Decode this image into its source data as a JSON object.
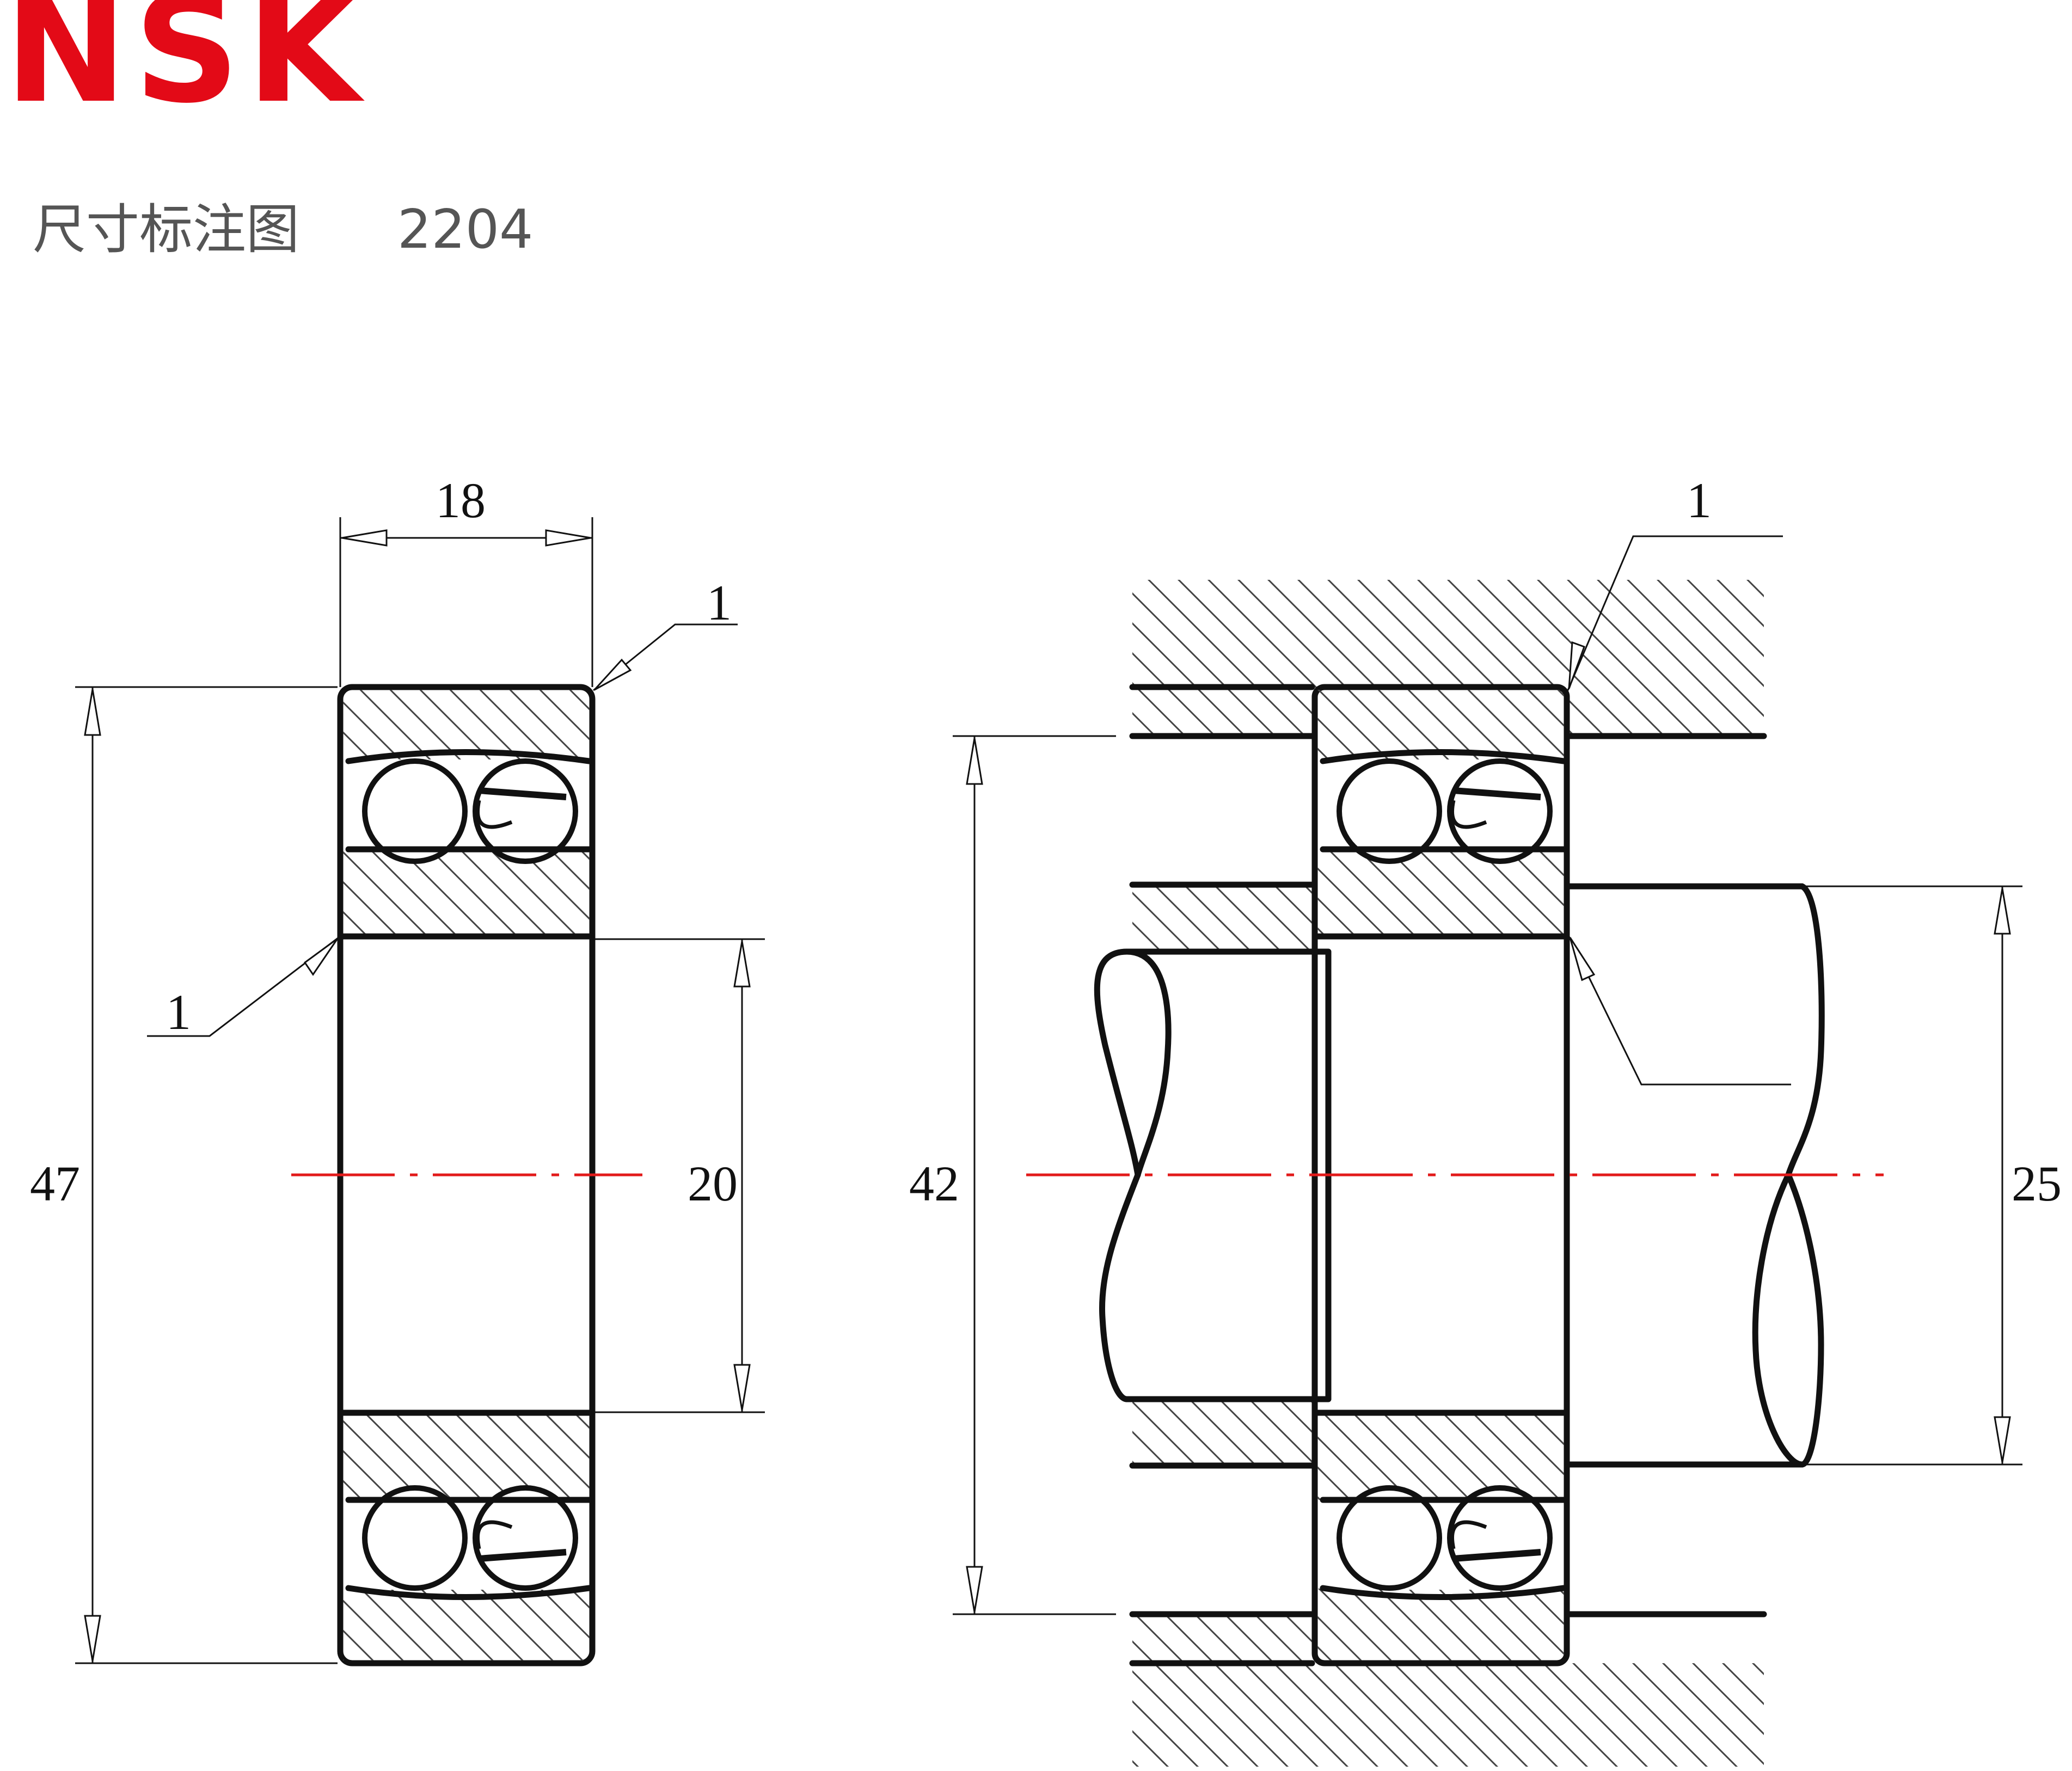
{
  "header": {
    "brand": "NSK",
    "title": "尺寸标注图",
    "part_number": "2204"
  },
  "dimensions": {
    "width": "18",
    "outer_diameter": "47",
    "bore_diameter": "20",
    "housing_shoulder": "42",
    "shaft_shoulder": "25",
    "chamfer_top_left_view": "1",
    "chamfer_bore_left_view": "1",
    "chamfer_top_right_view": "1"
  },
  "colors": {
    "brand": "#e30a17",
    "centerline": "#e21a1a",
    "title_gray": "#555555",
    "line": "#111111"
  }
}
